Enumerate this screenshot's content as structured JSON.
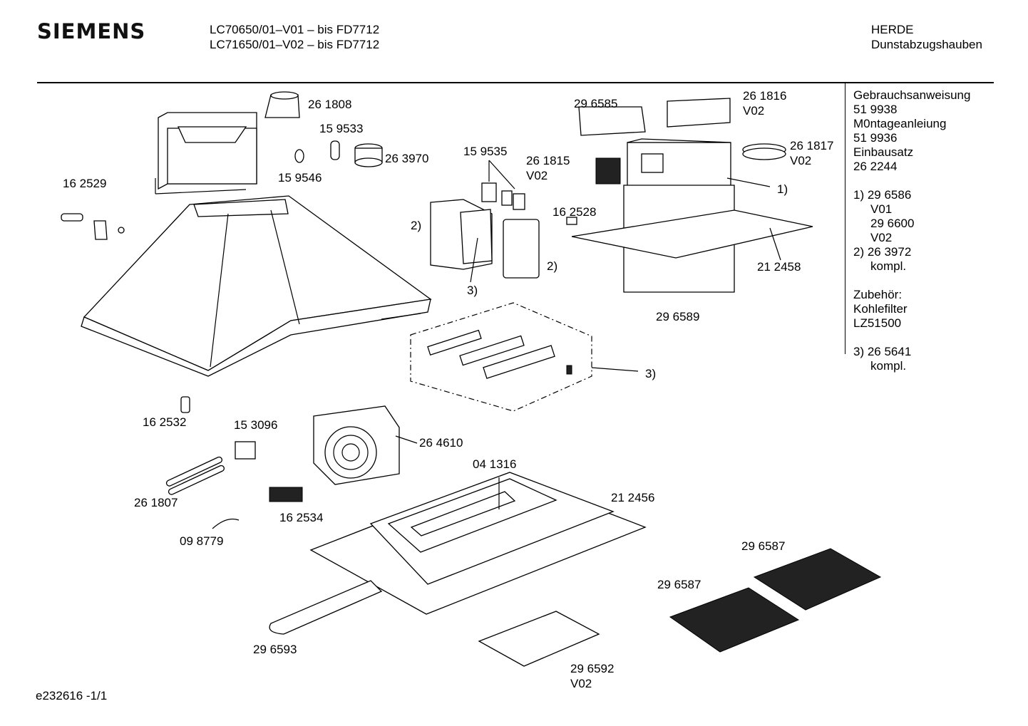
{
  "header": {
    "brand": "SIEMENS",
    "model_line_1": "LC70650/01–V01 – bis FD7712",
    "model_line_2": "LC71650/01–V02 – bis FD7712",
    "maker": "HERDE",
    "category": "Dunstabzugshauben"
  },
  "side_notes": {
    "l1": "Gebrauchsanweisung",
    "l2": "51 9938",
    "l3": "M0ntageanleiung",
    "l4": "51 9936",
    "l5": "Einbausatz",
    "l6": "26 2244",
    "l7": "1)  29 6586",
    "l8": "V01",
    "l9": "29 6600",
    "l10": "V02",
    "l11": "2)  26 3972",
    "l12": "kompl.",
    "l13": "Zubehör:",
    "l14": "Kohlefilter",
    "l15": "LZ51500",
    "l16": "3)  26 5641",
    "l17": "kompl."
  },
  "parts": {
    "p261808": "26 1808",
    "p159533": "15 9533",
    "p263970": "26 3970",
    "p159546": "15 9546",
    "p162529": "16 2529",
    "p159535": "15 9535",
    "p261815": "26 1815",
    "p261815v": "V02",
    "p296585": "29 6585",
    "p261816": "26 1816",
    "p261816v": "V02",
    "p261817": "26 1817",
    "p261817v": "V02",
    "ref1": "1)",
    "p162528": "16 2528",
    "ref2a": "2)",
    "ref2b": "2)",
    "ref3a": "3)",
    "p212458": "21 2458",
    "p296589": "29 6589",
    "ref3b": "3)",
    "p162532": "16 2532",
    "p153096": "15 3096",
    "p264610": "26 4610",
    "p041316": "04 1316",
    "p212456": "21 2456",
    "p261807": "26 1807",
    "p162534": "16 2534",
    "p098779": "09 8779",
    "p296587a": "29 6587",
    "p296587b": "29 6587",
    "p296593": "29 6593",
    "p296592": "29 6592",
    "p296592v": "V02"
  },
  "footer": {
    "code": "e232616 -1/1"
  }
}
